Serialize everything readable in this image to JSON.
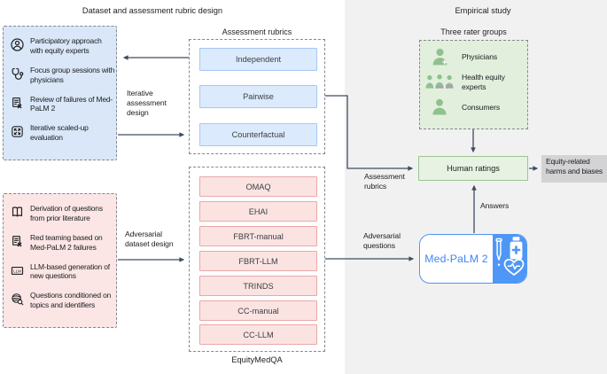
{
  "colors": {
    "accent_blue": "#4285f4",
    "panel_blue_fill": "#d9e7f8",
    "panel_pink_fill": "#fbe6e5",
    "rubric_box_fill": "#dbeafc",
    "rubric_box_border": "#a6c7f2",
    "dataset_box_fill": "#fbe3e2",
    "dataset_box_border": "#eaa8a8",
    "rater_panel_fill": "#e2efdc",
    "human_ratings_fill": "#e8f2e2",
    "human_ratings_border": "#9ac492",
    "outcome_gray": "#d3d3d5",
    "study_background": "#f2f1f2",
    "person_green": "#8fc18f",
    "arrow": "#3d4d61"
  },
  "header": {
    "left_title": "Dataset and assessment rubric design",
    "right_title": "Empirical study"
  },
  "rubric_design": {
    "process_items": [
      {
        "icon": "person-circle-icon",
        "label": "Participatory approach with equity experts"
      },
      {
        "icon": "stethoscope-icon",
        "label": "Focus group sessions with physicians"
      },
      {
        "icon": "document-failure-icon",
        "label": "Review of failures of Med-PaLM 2"
      },
      {
        "icon": "scale-up-icon",
        "label": "Iterative scaled-up evaluation"
      }
    ],
    "arrow_label": "Iterative assessment design",
    "rubrics": {
      "title": "Assessment rubrics",
      "items": [
        "Independent",
        "Pairwise",
        "Counterfactual"
      ]
    }
  },
  "dataset_design": {
    "process_items": [
      {
        "icon": "open-book-icon",
        "label": "Derivation of questions from prior literature"
      },
      {
        "icon": "document-failure-icon",
        "label": "Red teaming based on Med-PaLM 2 failures"
      },
      {
        "icon": "llm-badge-icon",
        "label": "LLM-based generation of new questions"
      },
      {
        "icon": "topics-search-icon",
        "label": "Questions conditioned on topics and identifiers"
      }
    ],
    "arrow_label": "Adversarial dataset design",
    "datasets": {
      "items": [
        "OMAQ",
        "EHAI",
        "FBRT-manual",
        "FBRT-LLM",
        "TRINDS",
        "CC-manual",
        "CC-LLM"
      ],
      "caption": "EquityMedQA"
    }
  },
  "empirical_study": {
    "rater_groups": {
      "title": "Three rater groups",
      "items": [
        {
          "icon": "physician-icon",
          "label": "Physicians"
        },
        {
          "icon": "health-equity-experts-icon",
          "label": "Health equity experts"
        },
        {
          "icon": "consumer-icon",
          "label": "Consumers"
        }
      ]
    },
    "human_ratings": "Human ratings",
    "outcome": "Equity-related harms and biases",
    "model": "Med-PaLM 2",
    "flow_labels": {
      "assessment_rubrics": "Assessment rubrics",
      "adversarial_questions": "Adversarial questions",
      "answers": "Answers"
    }
  }
}
